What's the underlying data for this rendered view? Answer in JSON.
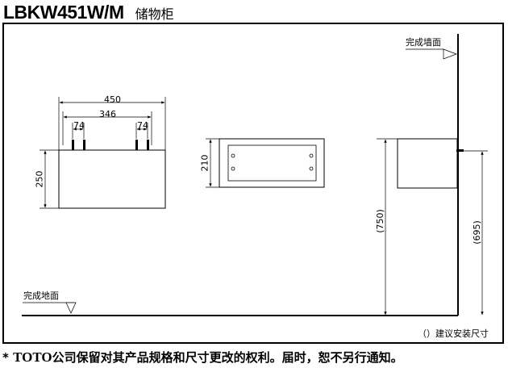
{
  "header": {
    "model": "LBKW451W/M",
    "product_name": "储物柜"
  },
  "dimensions": {
    "total_width": "450",
    "faucet_spacing": "346",
    "left_offset": "74",
    "right_offset": "74",
    "front_height": "250",
    "side_height": "210",
    "install_height": "(750)",
    "wall_height": "(695)"
  },
  "labels": {
    "finished_wall": "完成墙面",
    "finished_floor": "完成地面"
  },
  "note": "（）建议安装尺寸",
  "footer": {
    "prefix": "*",
    "brand": "TOTO",
    "text": "公司保留对其产品规格和尺寸更改的权利。届时，恕不另行通知。"
  }
}
